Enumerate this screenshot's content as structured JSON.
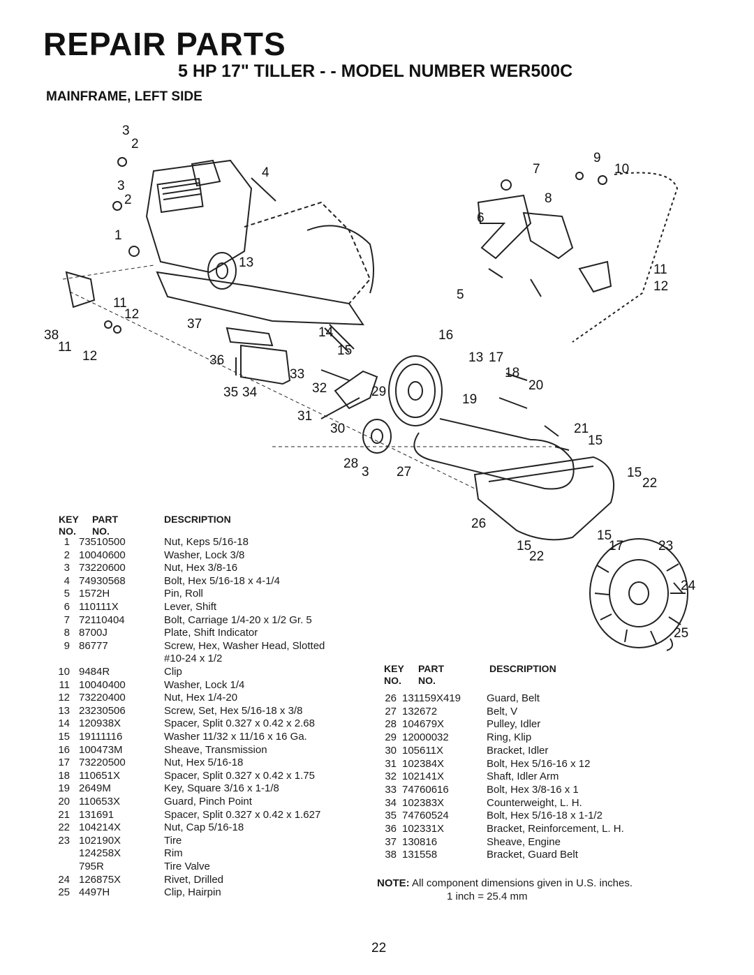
{
  "header": {
    "title": "REPAIR PARTS",
    "subtitle": "5 HP 17\" TILLER - - MODEL NUMBER WER500C",
    "section": "MAINFRAME, LEFT SIDE"
  },
  "diagram": {
    "callouts": [
      "3",
      "2",
      "3",
      "2",
      "1",
      "4",
      "13",
      "11",
      "12",
      "38",
      "11",
      "12",
      "37",
      "36",
      "35",
      "34",
      "33",
      "32",
      "31",
      "30",
      "29",
      "14",
      "15",
      "16",
      "13",
      "17",
      "18",
      "19",
      "20",
      "28",
      "3",
      "27",
      "21",
      "15",
      "15",
      "22",
      "26",
      "15",
      "22",
      "15",
      "17",
      "23",
      "24",
      "25",
      "9",
      "10",
      "7",
      "8",
      "6",
      "5",
      "11",
      "12"
    ]
  },
  "columns": {
    "key": "KEY",
    "key2": "NO.",
    "part": "PART",
    "part2": "NO.",
    "description": "DESCRIPTION"
  },
  "parts_left": [
    {
      "key": "1",
      "part": "73510500",
      "desc": "Nut, Keps 5/16-18"
    },
    {
      "key": "2",
      "part": "10040600",
      "desc": "Washer, Lock 3/8"
    },
    {
      "key": "3",
      "part": "73220600",
      "desc": "Nut, Hex 3/8-16"
    },
    {
      "key": "4",
      "part": "74930568",
      "desc": "Bolt, Hex 5/16-18 x 4-1/4"
    },
    {
      "key": "5",
      "part": "1572H",
      "desc": "Pin, Roll"
    },
    {
      "key": "6",
      "part": "110111X",
      "desc": "Lever, Shift"
    },
    {
      "key": "7",
      "part": "72110404",
      "desc": "Bolt, Carriage 1/4-20 x 1/2 Gr. 5"
    },
    {
      "key": "8",
      "part": "8700J",
      "desc": "Plate, Shift Indicator"
    },
    {
      "key": "9",
      "part": "86777",
      "desc": "Screw, Hex, Washer Head, Slotted"
    },
    {
      "key": "",
      "part": "",
      "desc": "#10-24 x 1/2"
    },
    {
      "key": "10",
      "part": "9484R",
      "desc": "Clip"
    },
    {
      "key": "11",
      "part": "10040400",
      "desc": "Washer, Lock 1/4"
    },
    {
      "key": "12",
      "part": "73220400",
      "desc": "Nut, Hex 1/4-20"
    },
    {
      "key": "13",
      "part": "23230506",
      "desc": "Screw, Set, Hex 5/16-18 x 3/8"
    },
    {
      "key": "14",
      "part": "120938X",
      "desc": "Spacer, Split 0.327 x 0.42 x 2.68"
    },
    {
      "key": "15",
      "part": "19111116",
      "desc": "Washer 11/32 x 11/16 x 16 Ga."
    },
    {
      "key": "16",
      "part": "100473M",
      "desc": "Sheave, Transmission"
    },
    {
      "key": "17",
      "part": "73220500",
      "desc": "Nut, Hex 5/16-18"
    },
    {
      "key": "18",
      "part": "110651X",
      "desc": "Spacer, Split 0.327 x 0.42 x 1.75"
    },
    {
      "key": "19",
      "part": "2649M",
      "desc": "Key, Square 3/16 x 1-1/8"
    },
    {
      "key": "20",
      "part": "110653X",
      "desc": "Guard, Pinch Point"
    },
    {
      "key": "21",
      "part": "131691",
      "desc": "Spacer, Split 0.327 x 0.42 x 1.627"
    },
    {
      "key": "22",
      "part": "104214X",
      "desc": "Nut, Cap 5/16-18"
    },
    {
      "key": "23",
      "part": "102190X",
      "desc": "Tire"
    },
    {
      "key": "",
      "part": "124258X",
      "desc": "Rim"
    },
    {
      "key": "",
      "part": "795R",
      "desc": "Tire Valve"
    },
    {
      "key": "24",
      "part": "126875X",
      "desc": "Rivet, Drilled"
    },
    {
      "key": "25",
      "part": "4497H",
      "desc": "Clip, Hairpin"
    }
  ],
  "parts_right": [
    {
      "key": "26",
      "part": "131159X419",
      "desc": "Guard, Belt"
    },
    {
      "key": "27",
      "part": "132672",
      "desc": "Belt, V"
    },
    {
      "key": "28",
      "part": "104679X",
      "desc": "Pulley, Idler"
    },
    {
      "key": "29",
      "part": "12000032",
      "desc": "Ring, Klip"
    },
    {
      "key": "30",
      "part": "105611X",
      "desc": "Bracket, Idler"
    },
    {
      "key": "31",
      "part": "102384X",
      "desc": "Bolt, Hex 5/16-16 x 12"
    },
    {
      "key": "32",
      "part": "102141X",
      "desc": "Shaft, Idler Arm"
    },
    {
      "key": "33",
      "part": "74760616",
      "desc": "Bolt, Hex 3/8-16 x 1"
    },
    {
      "key": "34",
      "part": "102383X",
      "desc": "Counterweight, L. H."
    },
    {
      "key": "35",
      "part": "74760524",
      "desc": "Bolt, Hex 5/16-18 x 1-1/2"
    },
    {
      "key": "36",
      "part": "102331X",
      "desc": "Bracket, Reinforcement, L. H."
    },
    {
      "key": "37",
      "part": "130816",
      "desc": "Sheave, Engine"
    },
    {
      "key": "38",
      "part": "131558",
      "desc": "Bracket, Guard Belt"
    }
  ],
  "note": {
    "label": "NOTE:",
    "line1": "All component dimensions given in U.S. inches.",
    "line2": "1 inch = 25.4 mm"
  },
  "page_number": "22"
}
